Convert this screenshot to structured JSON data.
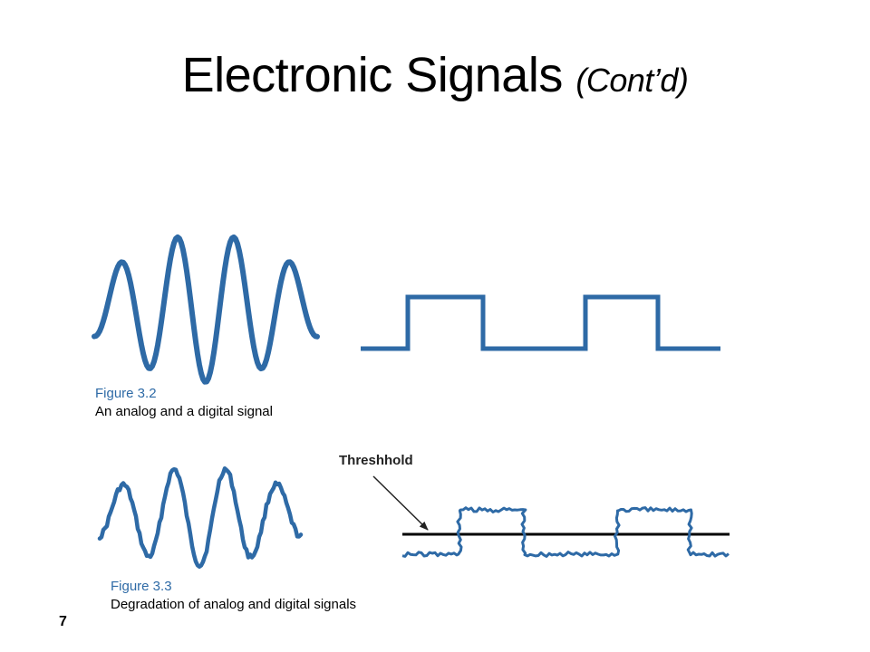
{
  "slide": {
    "title": "Electronic Signals",
    "title_suffix": "(Cont’d)",
    "page_number": "7"
  },
  "figure_3_2": {
    "number": "Figure 3.2",
    "caption": "An analog and a digital signal"
  },
  "figure_3_3": {
    "number": "Figure 3.3",
    "caption": "Degradation of analog and digital signals",
    "threshold_label": "Threshhold"
  },
  "colors": {
    "signal": "#2e6aa6",
    "caption_number": "#2e6aa6",
    "threshold_line": "#000000",
    "text": "#000000"
  }
}
